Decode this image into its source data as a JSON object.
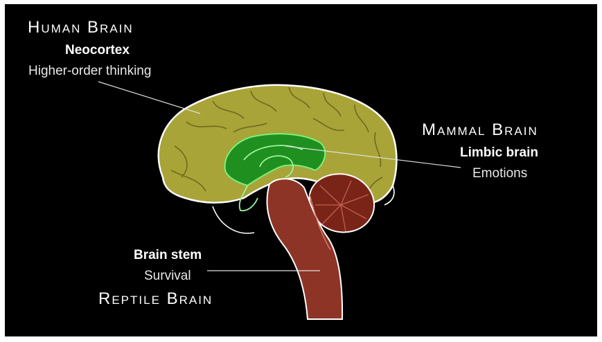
{
  "human": {
    "title": "Human Brain",
    "part": "Neocortex",
    "function": "Higher-order thinking"
  },
  "mammal": {
    "title": "Mammal Brain",
    "part": "Limbic brain",
    "function": "Emotions"
  },
  "reptile": {
    "title": "Reptile Brain",
    "part": "Brain stem",
    "function": "Survival"
  },
  "colors": {
    "background": "#000000",
    "neocortex": "#a8a438",
    "limbic": "#1f8f1f",
    "brainstem": "#8e3426",
    "cerebellum": "#7a2418",
    "outline": "#ffffff"
  }
}
